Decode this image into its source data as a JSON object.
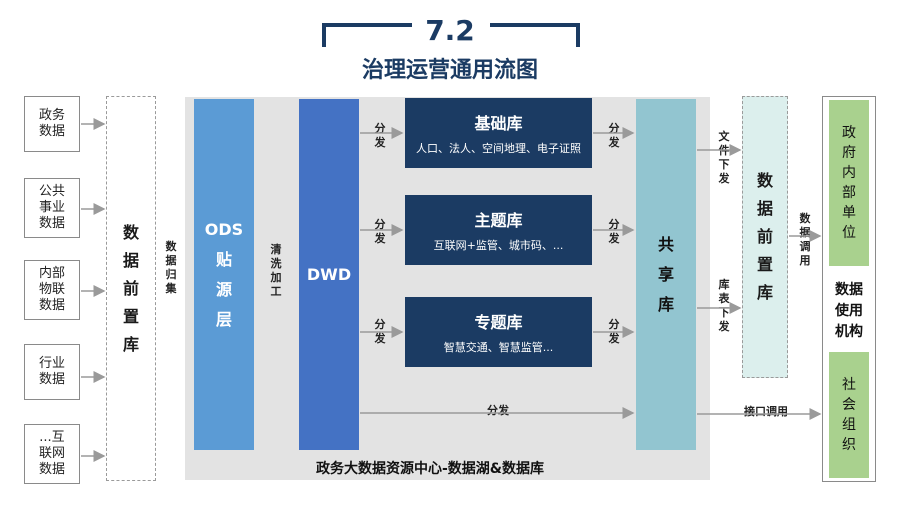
{
  "header": {
    "number": "7.2",
    "title": "治理运营通用流图"
  },
  "sources": [
    {
      "label": "政务\n数据"
    },
    {
      "label": "公共\n事业\n数据"
    },
    {
      "label": "内部\n物联\n数据"
    },
    {
      "label": "行业\n数据"
    },
    {
      "label": "...互\n联网\n数据"
    }
  ],
  "front_store_left": "数\n据\n前\n置\n库",
  "collect_label": "数\n据\n归\n集",
  "ods": "ODS\n贴\n源\n层",
  "clean_label": "清\n洗\n加\n工",
  "dwd": "DWD",
  "distribute_short": "分\n发",
  "libraries": [
    {
      "title": "基础库",
      "subtitle": "人口、法人、空间地理、电子证照"
    },
    {
      "title": "主题库",
      "subtitle": "互联网+监管、城市码、..."
    },
    {
      "title": "专题库",
      "subtitle": "智慧交通、智慧监管..."
    }
  ],
  "distribute_long": "分发",
  "shared": "共\n享\n库",
  "file_distribute": "文\n件\n下\n发",
  "table_distribute": "库\n表\n下\n发",
  "front_store_right": "数\n据\n前\n置\n库",
  "data_call": "数\n据\n调\n用",
  "interface_call": "接口调用",
  "usage": {
    "gov": "政\n府\n内\n部\n单\n位",
    "label": "数据\n使用\n机构",
    "social": "社\n会\n组\n织"
  },
  "center_caption": "政务大数据资源中心-数据湖&数据库",
  "colors": {
    "navy": "#1b3b63",
    "ods_blue": "#5b9bd5",
    "dwd_blue": "#4472c4",
    "shared_teal": "#92c5d0",
    "light_teal_fill": "#dcefed",
    "usage_green": "#a9d18e",
    "panel_gray": "#e3e3e3"
  }
}
